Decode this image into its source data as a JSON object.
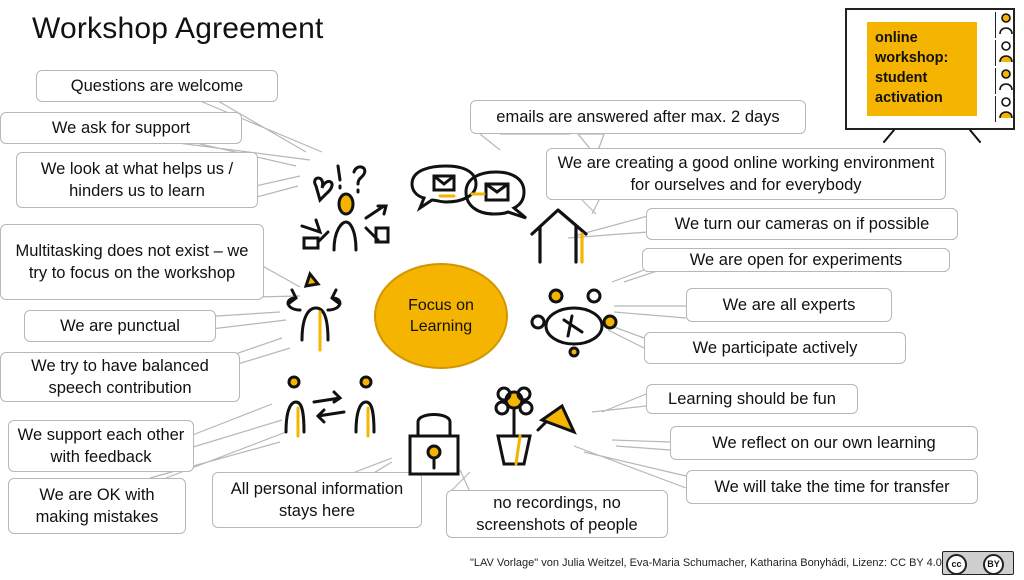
{
  "title": "Workshop Agreement",
  "center": "Focus on Learning",
  "screen_label": "online workshop: student activation",
  "bubbles": [
    "Questions are welcome",
    "We ask for support",
    "We look at what helps us / hinders us to learn",
    "Multitasking does not exist – we try to focus on the workshop",
    "We are punctual",
    "We try to have balanced speech contribution",
    "We support each other with feedback",
    "We are OK with making mistakes",
    "All personal information stays here",
    "no recordings, no screenshots of people",
    "emails are answered after max. 2 days",
    "We are creating a good online working environment for ourselves and for everybody",
    "We turn our cameras on if possible",
    "We are open for experiments",
    "We are all experts",
    "We participate actively",
    "Learning should be fun",
    "We reflect on our own learning",
    "We will take the time for transfer"
  ],
  "footer": "\"LAV Vorlage\" von Julia Weitzel, Eva-Maria Schumacher, Katharina Bonyhádi, Lizenz: CC BY 4.0.",
  "cc_badge": {
    "left": "cc",
    "right": "BY"
  },
  "colors": {
    "accent": "#f5b400",
    "bubble_border": "#b7b7b7"
  }
}
